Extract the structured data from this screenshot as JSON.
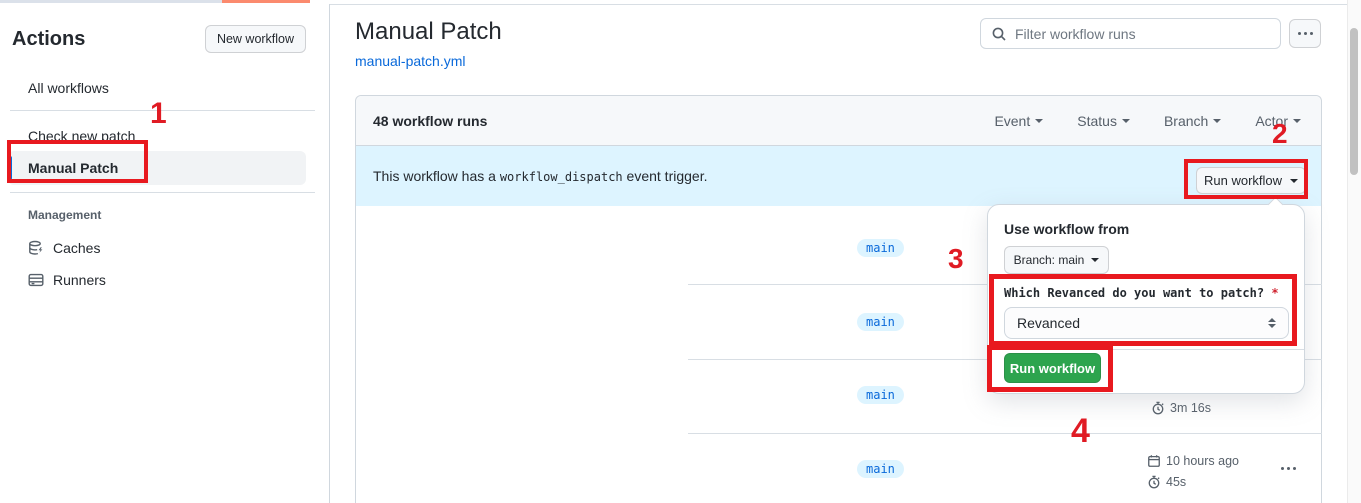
{
  "annotations": {
    "step1": "1",
    "step2": "2",
    "step3": "3",
    "step4": "4"
  },
  "sidebar": {
    "title": "Actions",
    "new_workflow_button": "New workflow",
    "items": [
      {
        "label": "All workflows"
      },
      {
        "label": "Check new patch"
      },
      {
        "label": "Manual Patch",
        "selected": true
      }
    ],
    "management_label": "Management",
    "management_items": [
      {
        "label": "Caches"
      },
      {
        "label": "Runners"
      }
    ]
  },
  "header": {
    "title": "Manual Patch",
    "file_link": "manual-patch.yml",
    "search_placeholder": "Filter workflow runs"
  },
  "runs_panel": {
    "count_label": "48 workflow runs",
    "filters": [
      {
        "label": "Event"
      },
      {
        "label": "Status"
      },
      {
        "label": "Branch"
      },
      {
        "label": "Actor"
      }
    ],
    "banner": {
      "text_before": "This workflow has a",
      "code": "workflow_dispatch",
      "text_after": "event trigger.",
      "run_workflow_button": "Run workflow"
    },
    "rows": [
      {
        "branch": "main"
      },
      {
        "branch": "main"
      },
      {
        "branch": "main",
        "duration": "3m 16s"
      },
      {
        "branch": "main",
        "time": "10 hours ago",
        "duration": "45s"
      }
    ]
  },
  "popup": {
    "title": "Use workflow from",
    "branch_button": "Branch: main",
    "input_label": "Which Revanced do you want to patch?",
    "required_mark": "*",
    "select_value": "Revanced",
    "run_button": "Run workflow"
  },
  "colors": {
    "accent_blue": "#0969da",
    "banner_bg": "#ddf4ff",
    "annotation_red": "#e8191f",
    "button_green": "#2da44e",
    "top_strip_salmon": "#fb8a6e"
  }
}
